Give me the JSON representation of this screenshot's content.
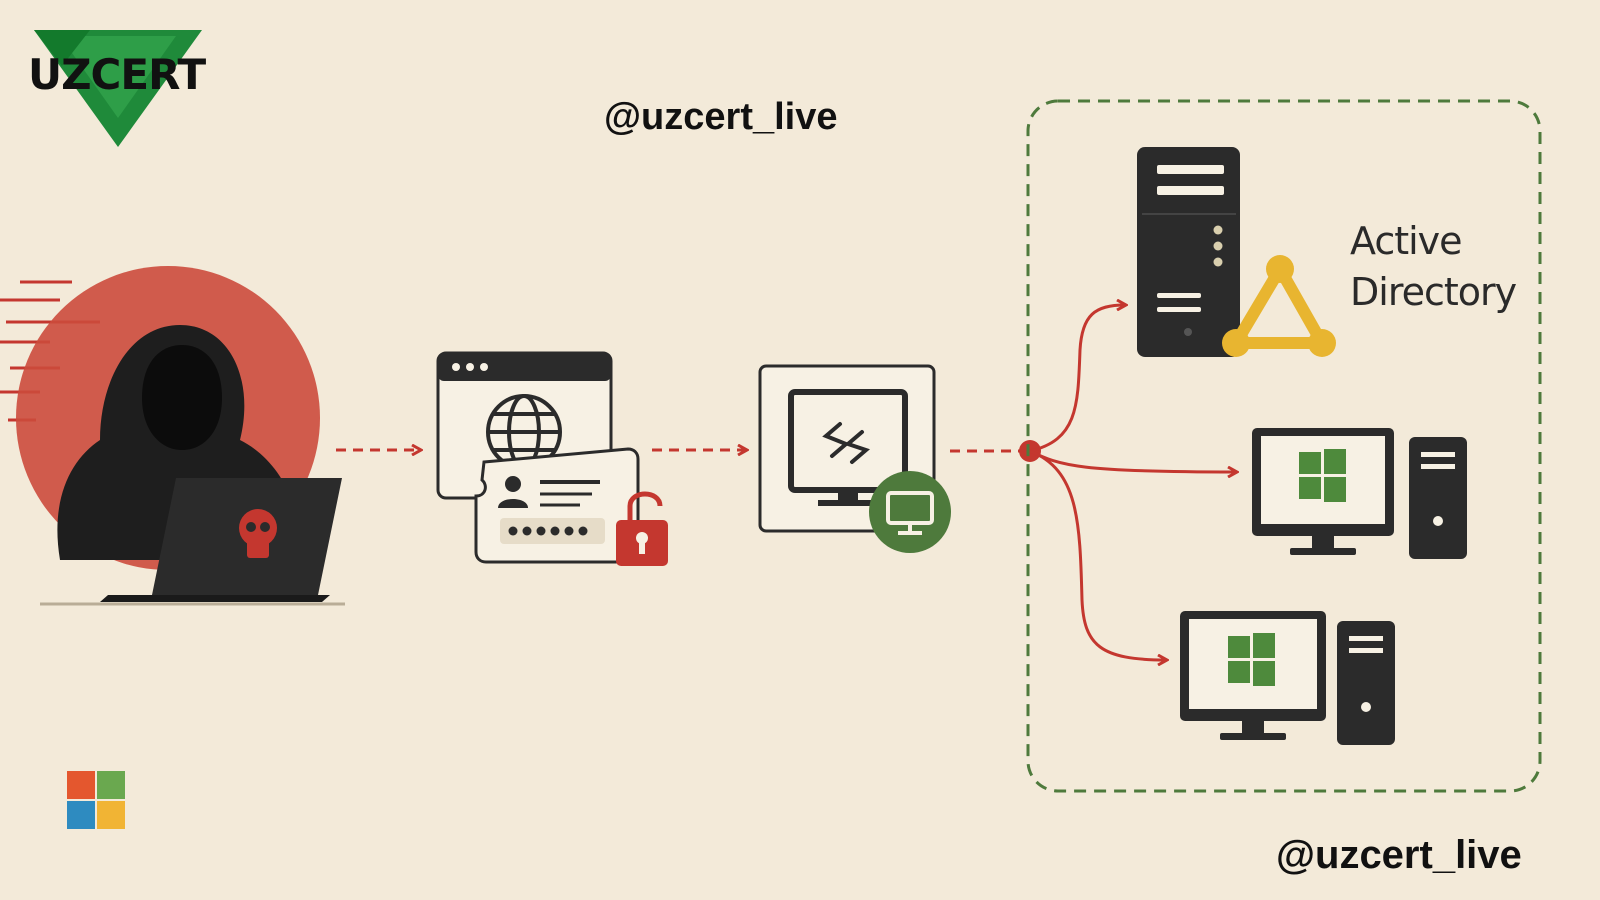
{
  "brand": {
    "logo_text": "UZCERT"
  },
  "watermarks": {
    "top": "@uzcert_live",
    "bottom": "@uzcert_live"
  },
  "target": {
    "label_line1": "Active",
    "label_line2": "Directory"
  },
  "colors": {
    "background": "#f3ead9",
    "attack_red": "#c4372f",
    "network_green": "#4e7a3c",
    "icon_dark": "#2b2b2b",
    "ad_yellow": "#e8b530",
    "brand_green": "#1f8a3a"
  },
  "nodes": [
    {
      "id": "attacker",
      "icon": "hooded-hacker-laptop-skull"
    },
    {
      "id": "credentials",
      "icon": "browser-window-credential-card-unlocked-padlock"
    },
    {
      "id": "remote-access",
      "icon": "rdp-monitor-icon"
    },
    {
      "id": "domain-controller",
      "icon": "server-tower-active-directory-triangle"
    },
    {
      "id": "workstation-1",
      "icon": "windows-desktop-pc"
    },
    {
      "id": "workstation-2",
      "icon": "windows-desktop-pc"
    }
  ],
  "edges": [
    {
      "from": "attacker",
      "to": "credentials",
      "style": "dashed"
    },
    {
      "from": "credentials",
      "to": "remote-access",
      "style": "dashed"
    },
    {
      "from": "remote-access",
      "to": "domain-controller",
      "style": "dashed-then-solid"
    },
    {
      "from": "remote-access",
      "to": "workstation-1",
      "style": "solid"
    },
    {
      "from": "remote-access",
      "to": "workstation-2",
      "style": "solid"
    }
  ],
  "group": {
    "style": "dashed-green-boundary",
    "contains": [
      "domain-controller",
      "workstation-1",
      "workstation-2"
    ]
  },
  "footer_icon": "microsoft-four-squares-logo"
}
